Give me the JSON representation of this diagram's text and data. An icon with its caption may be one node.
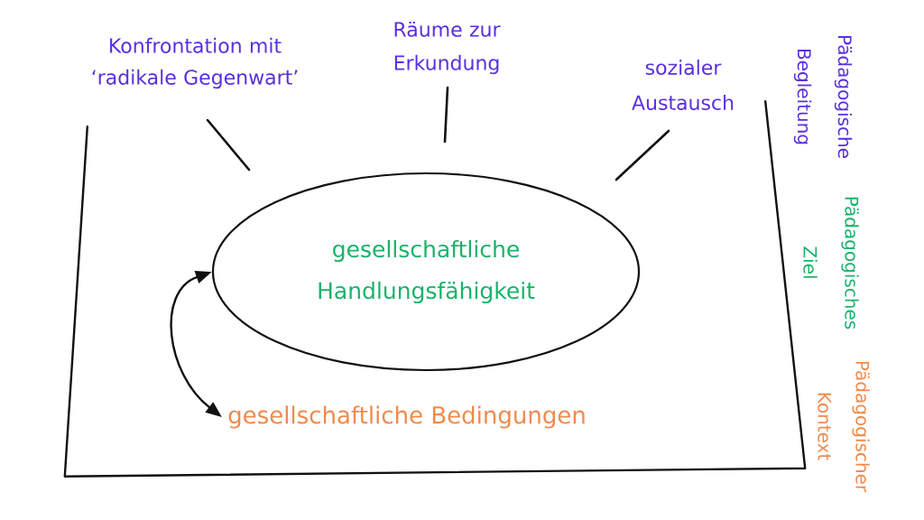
{
  "diagram": {
    "nodes": [
      {
        "text": [],
        "shape": "box"
      },
      {
        "text": [
          "gesellschaftliche Handlungsfähigkeit"
        ],
        "in": 0
      },
      {
        "text": [
          "gesellschaftliche Bedingungen"
        ],
        "in": 0
      }
    ],
    "edges": [
      {
        "from": 1,
        "to": 2,
        "arrow": "both"
      }
    ],
    "labels": [
      "Konfrontation mit ‘radikale Gegenwart’",
      "Räume zur Erkundung",
      "sozialer Austausch",
      "Pädagogische Begleitung",
      "Pädagogisches Ziel",
      "Pädagogischer Kontext"
    ]
  }
}
